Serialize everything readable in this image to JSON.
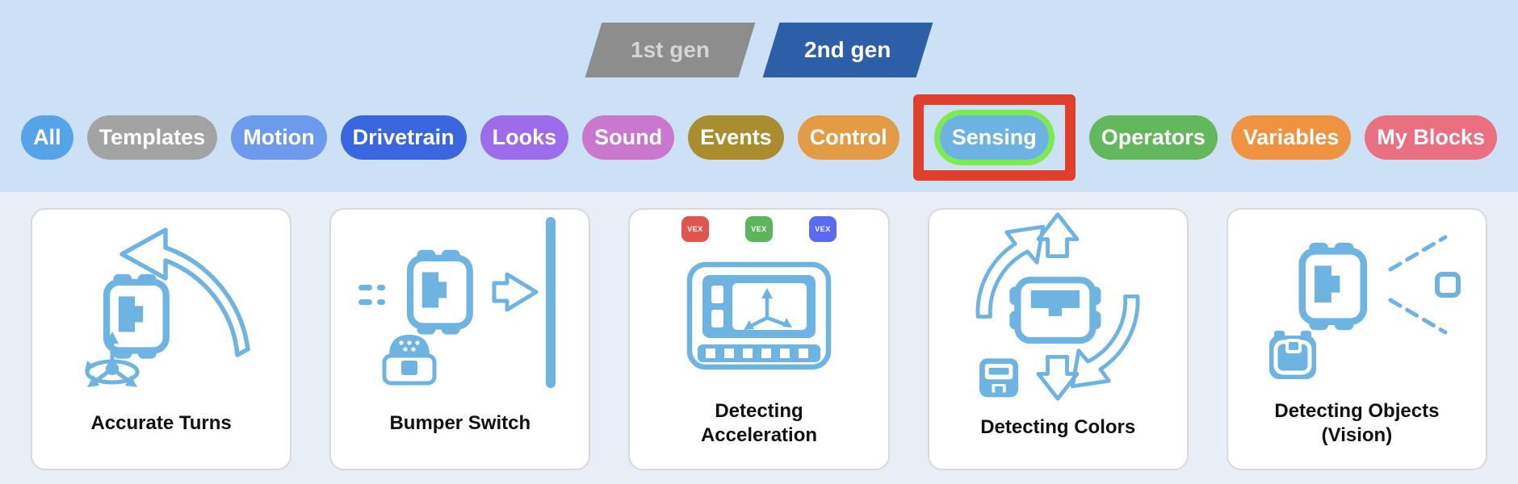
{
  "header": {
    "gen_tabs": [
      {
        "label": "1st gen",
        "active": false,
        "color": "#8d8d8d",
        "text_color": "#d5d5d5"
      },
      {
        "label": "2nd gen",
        "active": true,
        "color": "#2d5fa9",
        "text_color": "#ffffff"
      }
    ],
    "categories": [
      {
        "label": "All",
        "color": "#55a4e8",
        "selected": false
      },
      {
        "label": "Templates",
        "color": "#a3a3a3",
        "selected": false
      },
      {
        "label": "Motion",
        "color": "#6d9aec",
        "selected": false
      },
      {
        "label": "Drivetrain",
        "color": "#3a66e0",
        "selected": false
      },
      {
        "label": "Looks",
        "color": "#9d6ceb",
        "selected": false
      },
      {
        "label": "Sound",
        "color": "#c978cd",
        "selected": false
      },
      {
        "label": "Events",
        "color": "#aa8d2f",
        "selected": false
      },
      {
        "label": "Control",
        "color": "#e39b45",
        "selected": false
      },
      {
        "label": "Sensing",
        "color": "#6cb2e2",
        "selected": true,
        "highlight_ring_color": "#7deb4e",
        "highlight_box_color": "#e0402b"
      },
      {
        "label": "Operators",
        "color": "#63b75c",
        "selected": false
      },
      {
        "label": "Variables",
        "color": "#f09341",
        "selected": false
      },
      {
        "label": "My Blocks",
        "color": "#e96f81",
        "selected": false
      }
    ]
  },
  "cards": [
    {
      "title": "Accurate Turns"
    },
    {
      "title": "Bumper Switch"
    },
    {
      "title": "Detecting Acceleration",
      "badges": [
        {
          "label": "VEX",
          "color": "#e0564e"
        },
        {
          "label": "VEX",
          "color": "#5cb45c"
        },
        {
          "label": "VEX",
          "color": "#5b6af0"
        }
      ]
    },
    {
      "title": "Detecting Colors"
    },
    {
      "title": "Detecting Objects (Vision)"
    }
  ],
  "colors": {
    "header_bg": "#cce1f6",
    "content_bg": "#e8edf6",
    "icon_blue": "#6db4e2",
    "card_bg": "#ffffff",
    "card_border": "#d9d9d9",
    "title_color": "#111111"
  }
}
